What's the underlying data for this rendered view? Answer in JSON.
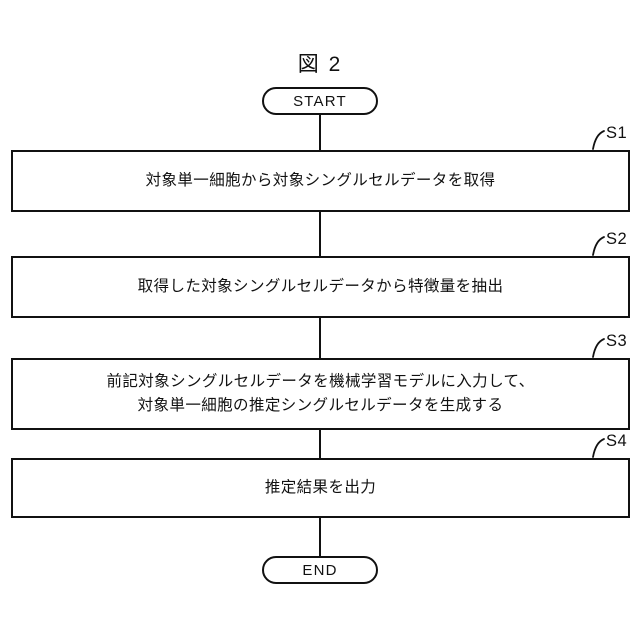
{
  "figure": {
    "title": "図 2"
  },
  "flowchart": {
    "start": {
      "label": "START"
    },
    "end": {
      "label": "END"
    },
    "steps": [
      {
        "ref": "S1",
        "text": "対象単一細胞から対象シングルセルデータを取得"
      },
      {
        "ref": "S2",
        "text": "取得した対象シングルセルデータから特徴量を抽出"
      },
      {
        "ref": "S3",
        "text": "前記対象シングルセルデータを機械学習モデルに入力して、\n対象単一細胞の推定シングルセルデータを生成する"
      },
      {
        "ref": "S4",
        "text": "推定結果を出力"
      }
    ]
  },
  "colors": {
    "background": "#ffffff",
    "stroke": "#111111",
    "text": "#111111"
  }
}
